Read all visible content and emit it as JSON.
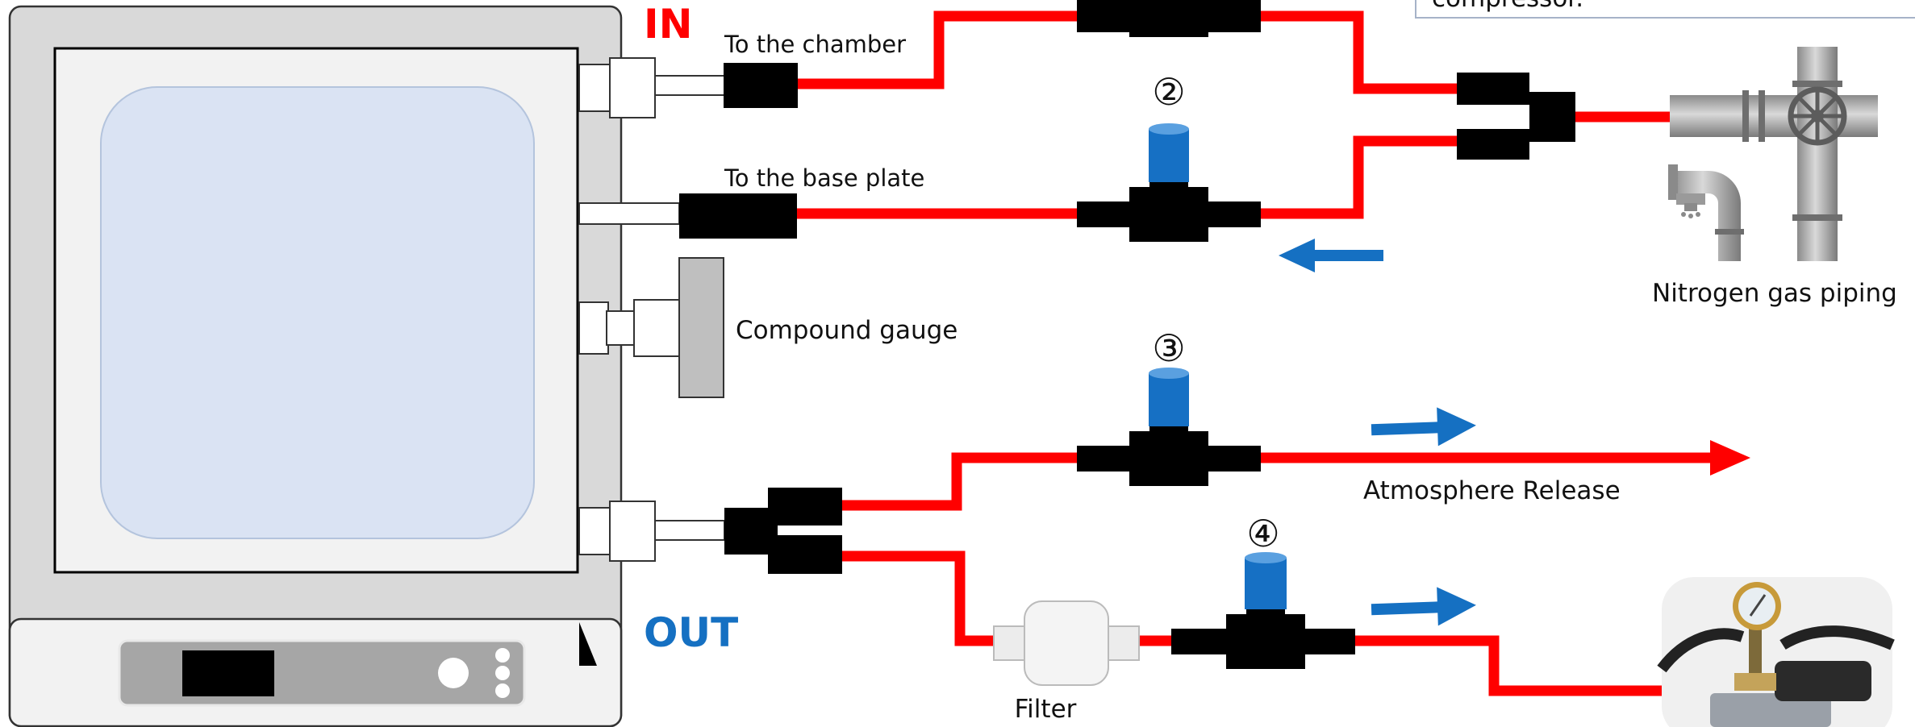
{
  "labels": {
    "in": "IN",
    "out": "OUT",
    "to_chamber": "To the chamber",
    "to_base_plate": "To the base plate",
    "compound_gauge": "Compound gauge",
    "nitrogen_piping": "Nitrogen gas piping",
    "atmosphere_release": "Atmosphere Release",
    "filter": "Filter",
    "note_text": "compressor."
  },
  "valves": {
    "v2": "②",
    "v3": "③",
    "v4": "④"
  },
  "colors": {
    "pipe": "#ff0000",
    "in_label": "#ff0000",
    "out_label": "#1570c2",
    "valve_cap": "#1670c4",
    "flow_arrow": "#1570c2",
    "chamber_window": "#dae3f3",
    "fitting": "#000000"
  },
  "icons": {
    "nitrogen": "pipe-with-valve-wheel-icon",
    "pump": "vacuum-pump-icon",
    "gauge": "pressure-gauge-icon"
  }
}
